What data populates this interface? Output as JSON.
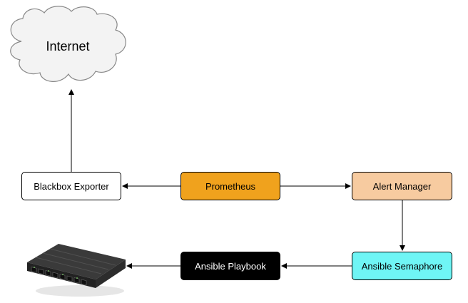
{
  "diagram": {
    "cloud": {
      "label": "Internet",
      "fill": "#f3f3f3",
      "stroke": "#888888"
    },
    "nodes": {
      "blackbox": {
        "label": "Blackbox Exporter",
        "fill": "#ffffff",
        "text_color": "#000000"
      },
      "prometheus": {
        "label": "Prometheus",
        "fill": "#f0a21d",
        "text_color": "#000000"
      },
      "alertmanager": {
        "label": "Alert Manager",
        "fill": "#f7cba0",
        "text_color": "#000000"
      },
      "semaphore": {
        "label": "Ansible Semaphore",
        "fill": "#6ff5f5",
        "text_color": "#000000"
      },
      "playbook": {
        "label": "Ansible Playbook",
        "fill": "#000000",
        "text_color": "#ffffff"
      }
    },
    "edges": [
      {
        "from": "prometheus",
        "to": "blackbox"
      },
      {
        "from": "prometheus",
        "to": "alertmanager"
      },
      {
        "from": "blackbox",
        "to": "internet"
      },
      {
        "from": "alertmanager",
        "to": "semaphore"
      },
      {
        "from": "semaphore",
        "to": "playbook"
      },
      {
        "from": "playbook",
        "to": "router"
      }
    ],
    "router_icon": "network-router-icon"
  }
}
